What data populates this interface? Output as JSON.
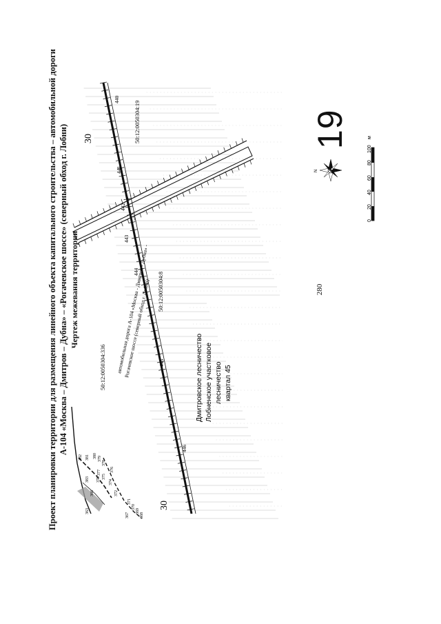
{
  "page": {
    "number": "280"
  },
  "title": {
    "line1": "Проект планировки территории для размещения линейного объекта капитального строительства – автомобильной дороги",
    "line2": "А-104 «Москва – Дмитров – Дубна» – «Рогачевское шоссе» (северный обход г. Лобни)",
    "line3": "Чертеж межевания территории"
  },
  "sheet": {
    "number": "19"
  },
  "map": {
    "grid_zone_labels": [
      "30",
      "30"
    ],
    "cadastral_labels": [
      "50:12:0050304:336",
      "50:12:0050304:8",
      "50:12:0050304:19"
    ],
    "road_label_line1": "автомобильная дорога А-104 «Москва - Дмитров - Дубна» -",
    "road_label_line2": "Рогачевское шоссе (северный обход г. Лобни)",
    "forestry_label": [
      "Дмитровское лесничество",
      "Лобненское участковое",
      "лесничество",
      "квартал 45"
    ],
    "pickets": [
      "440",
      "441",
      "442",
      "443",
      "444",
      "445",
      "446"
    ],
    "boundary_points": [
      "363",
      "366",
      "367",
      "368",
      "369",
      "370",
      "371",
      "372",
      "373",
      "374",
      "375",
      "376",
      "377",
      "378",
      "379",
      "380",
      "381",
      "382",
      "383"
    ]
  },
  "scale_bar": {
    "ticks": [
      "0",
      "20",
      "40",
      "60",
      "80",
      "100"
    ],
    "unit": "м"
  },
  "compass": {
    "north_label": "N"
  },
  "colors": {
    "ink": "#111111",
    "grid": "#bdbdbd",
    "hatch": "#9a9a9a"
  }
}
